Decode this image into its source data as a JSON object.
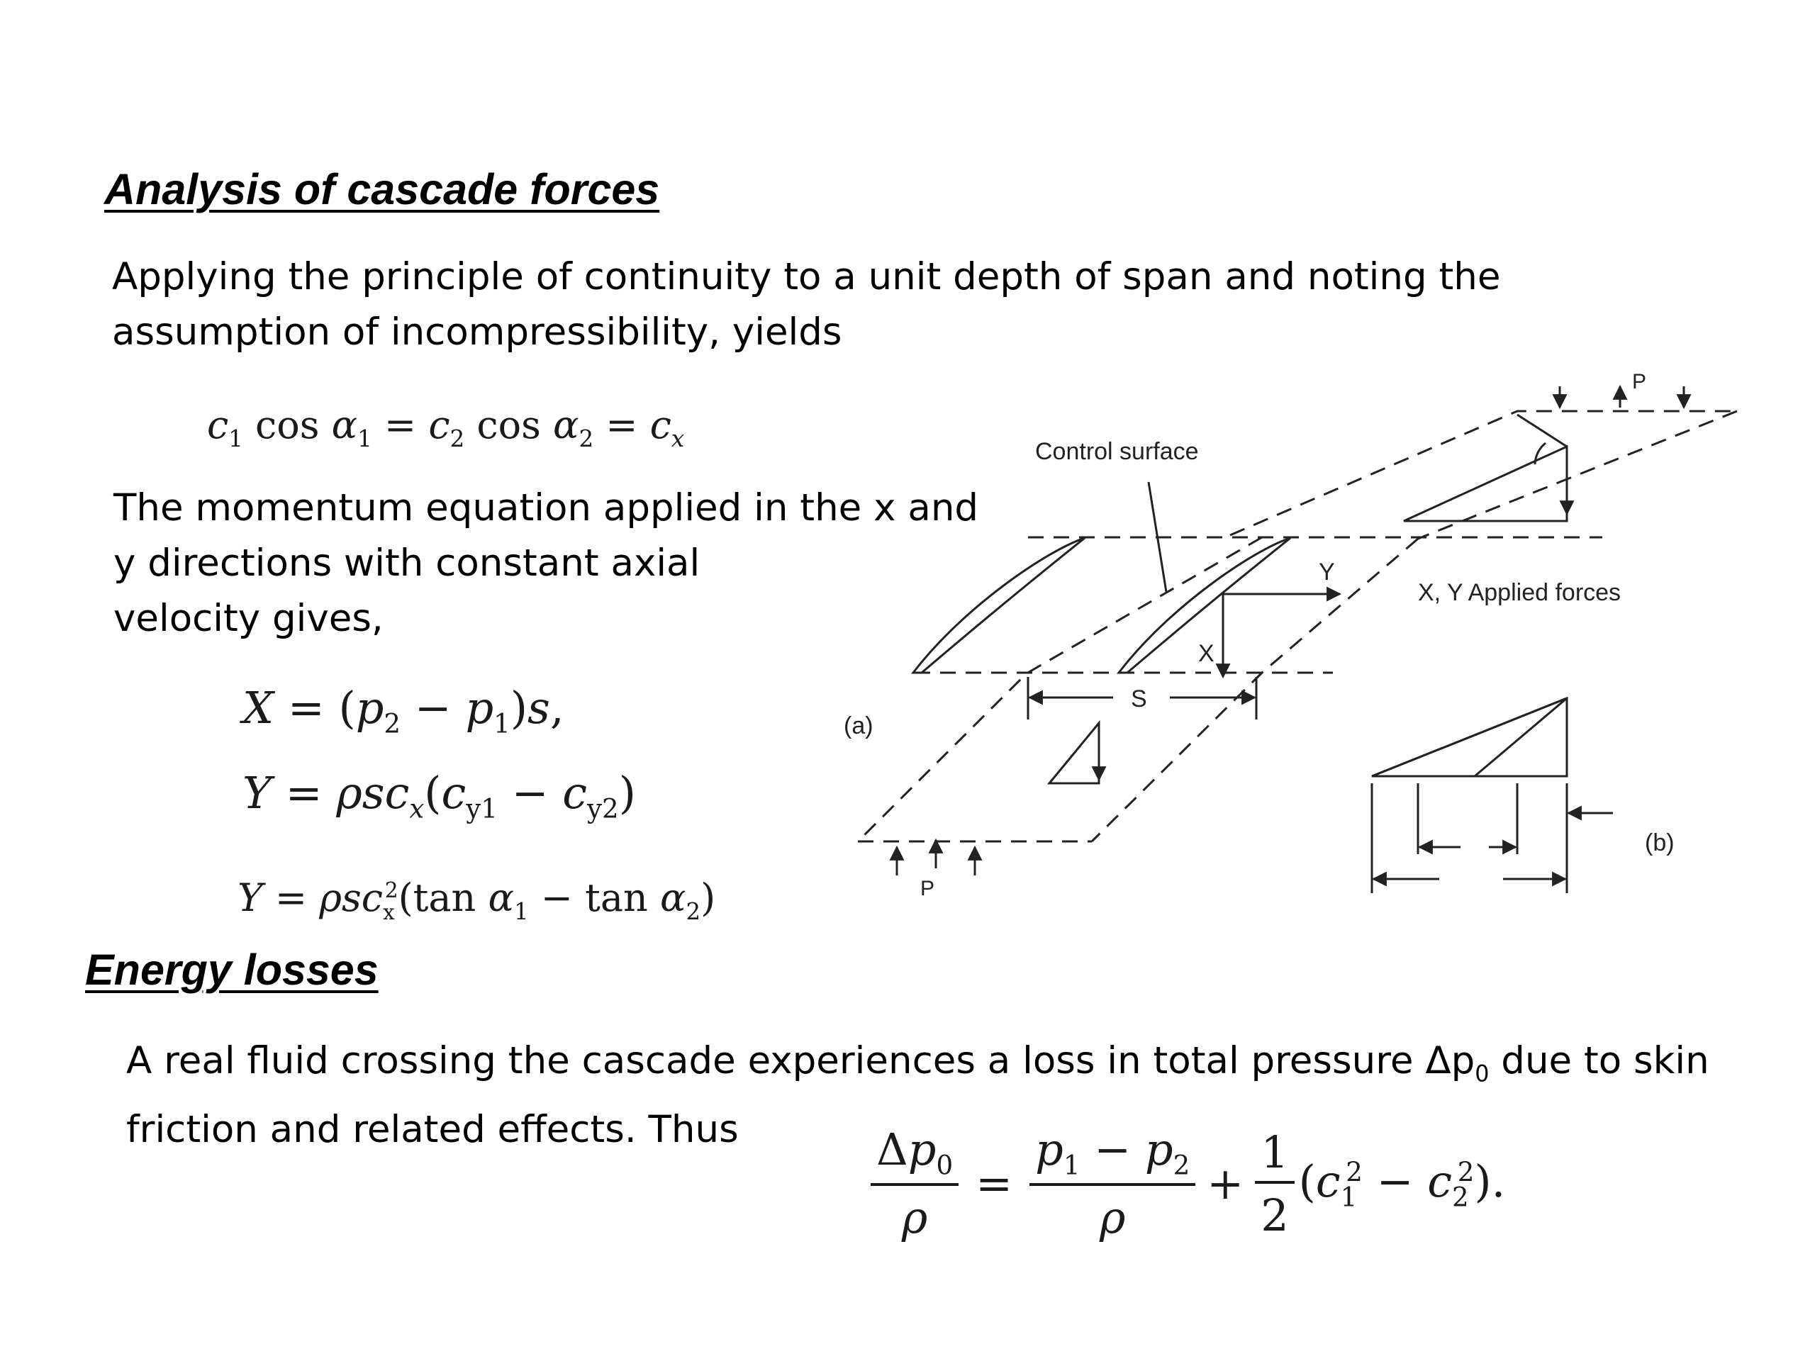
{
  "section1": {
    "heading": "Analysis of cascade forces",
    "intro_line1": "Applying the principle of continuity to a unit depth of span and noting the",
    "intro_line2": "assumption  of incompressibility, yields",
    "momentum_line1": "The momentum equation applied in the x and",
    "momentum_line2": "y directions with constant axial",
    "momentum_line3": "velocity gives,"
  },
  "section2": {
    "heading": "Energy losses",
    "line1_start": "A real fluid crossing the cascade experiences a loss in total pressure ",
    "line1_symbol": "Δp",
    "line1_sub": "0",
    "line1_end": " due to skin",
    "line2": "friction and related effects. Thus"
  },
  "diagram": {
    "label_control_surface": "Control surface",
    "label_applied_forces": "X, Y Applied forces",
    "label_a": "(a)",
    "label_b": "(b)",
    "label_s": "S",
    "label_x": "X",
    "label_y": "Y",
    "label_p1": "P",
    "label_p2": "P"
  }
}
